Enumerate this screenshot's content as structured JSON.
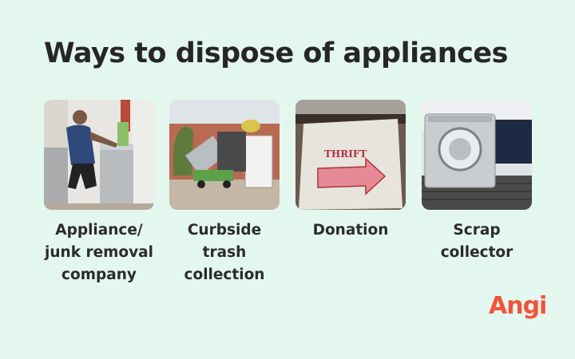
{
  "title": "Ways to dispose of appliances",
  "cards": [
    {
      "label": "Appliance/\njunk removal\ncompany",
      "icon": "appliance-removal-photo"
    },
    {
      "label": "Curbside\ntrash\ncollection",
      "icon": "curbside-trash-photo"
    },
    {
      "label": "Donation",
      "icon": "thrift-sign-photo",
      "sign_text": "THRIFT"
    },
    {
      "label": "Scrap\ncollector",
      "icon": "scrap-washer-photo"
    }
  ],
  "brand": {
    "logo": "Angi",
    "color": "#f2533b"
  },
  "colors": {
    "background": "#e4f7ee",
    "text": "#2b2b2b"
  }
}
